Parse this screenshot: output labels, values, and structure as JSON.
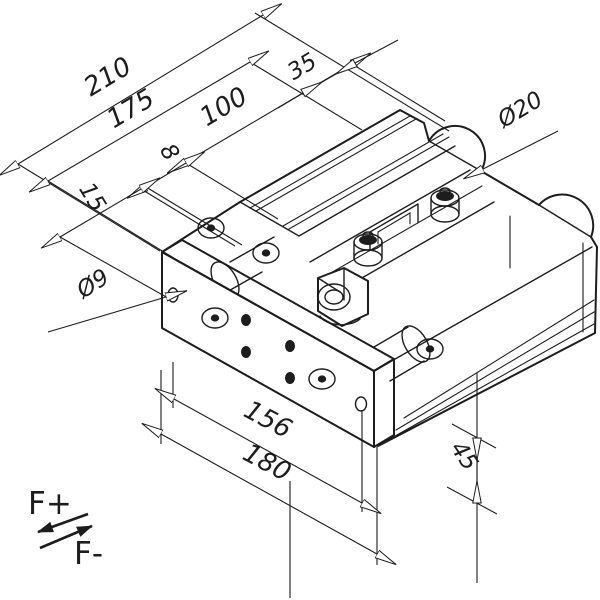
{
  "drawing": {
    "kind": "isometric dimensioned technical drawing",
    "subject": "pneumatic linear slide unit with mounting plate"
  },
  "dimensions": {
    "d210": {
      "label": "210"
    },
    "d175": {
      "label": "175"
    },
    "d100": {
      "label": "100"
    },
    "d8": {
      "label": "8"
    },
    "d15": {
      "label": "15"
    },
    "d35": {
      "label": "35"
    },
    "dia20": {
      "label": "Ø20"
    },
    "dia9": {
      "label": "Ø9"
    },
    "d156": {
      "label": "156"
    },
    "d180": {
      "label": "180"
    },
    "d45": {
      "label": "45"
    }
  },
  "forces": {
    "plus": "F+",
    "minus": "F-"
  },
  "colors": {
    "line": "#1d1d1d",
    "background": "#ffffff"
  }
}
